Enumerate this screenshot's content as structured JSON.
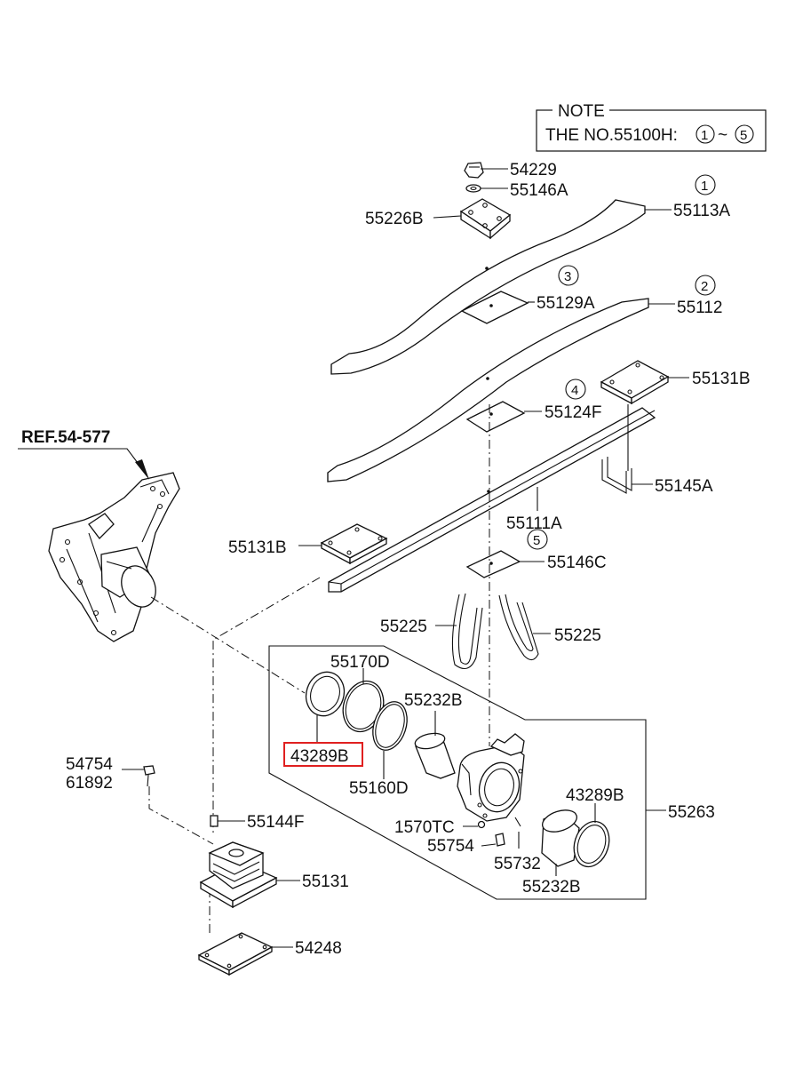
{
  "note": {
    "heading": "NOTE",
    "text": "THE NO.55100H:",
    "range_start": "1",
    "range_sep": "~",
    "range_end": "5"
  },
  "reference": "REF.54-577",
  "circled_numbers": [
    "1",
    "2",
    "3",
    "4",
    "5"
  ],
  "parts": {
    "p54229": "54229",
    "p55146A": "55146A",
    "p55226B": "55226B",
    "p55113A": "55113A",
    "p55129A": "55129A",
    "p55112": "55112",
    "p55131B_right": "55131B",
    "p55124F": "55124F",
    "p55145A": "55145A",
    "p55111A": "55111A",
    "p55131B_left": "55131B",
    "p55146C": "55146C",
    "p55225_left": "55225",
    "p55225_right": "55225",
    "p55170D": "55170D",
    "p55232B_top": "55232B",
    "p43289B_highlight": "43289B",
    "p55160D": "55160D",
    "p54754": "54754",
    "p61892": "61892",
    "p55144F": "55144F",
    "p1570TC": "1570TC",
    "p55754": "55754",
    "p55732": "55732",
    "p43289B_right": "43289B",
    "p55263": "55263",
    "p55232B_bottom": "55232B",
    "p55131": "55131",
    "p54248": "54248"
  },
  "colors": {
    "highlight": "#e02020",
    "ink": "#111111",
    "background": "#ffffff"
  }
}
